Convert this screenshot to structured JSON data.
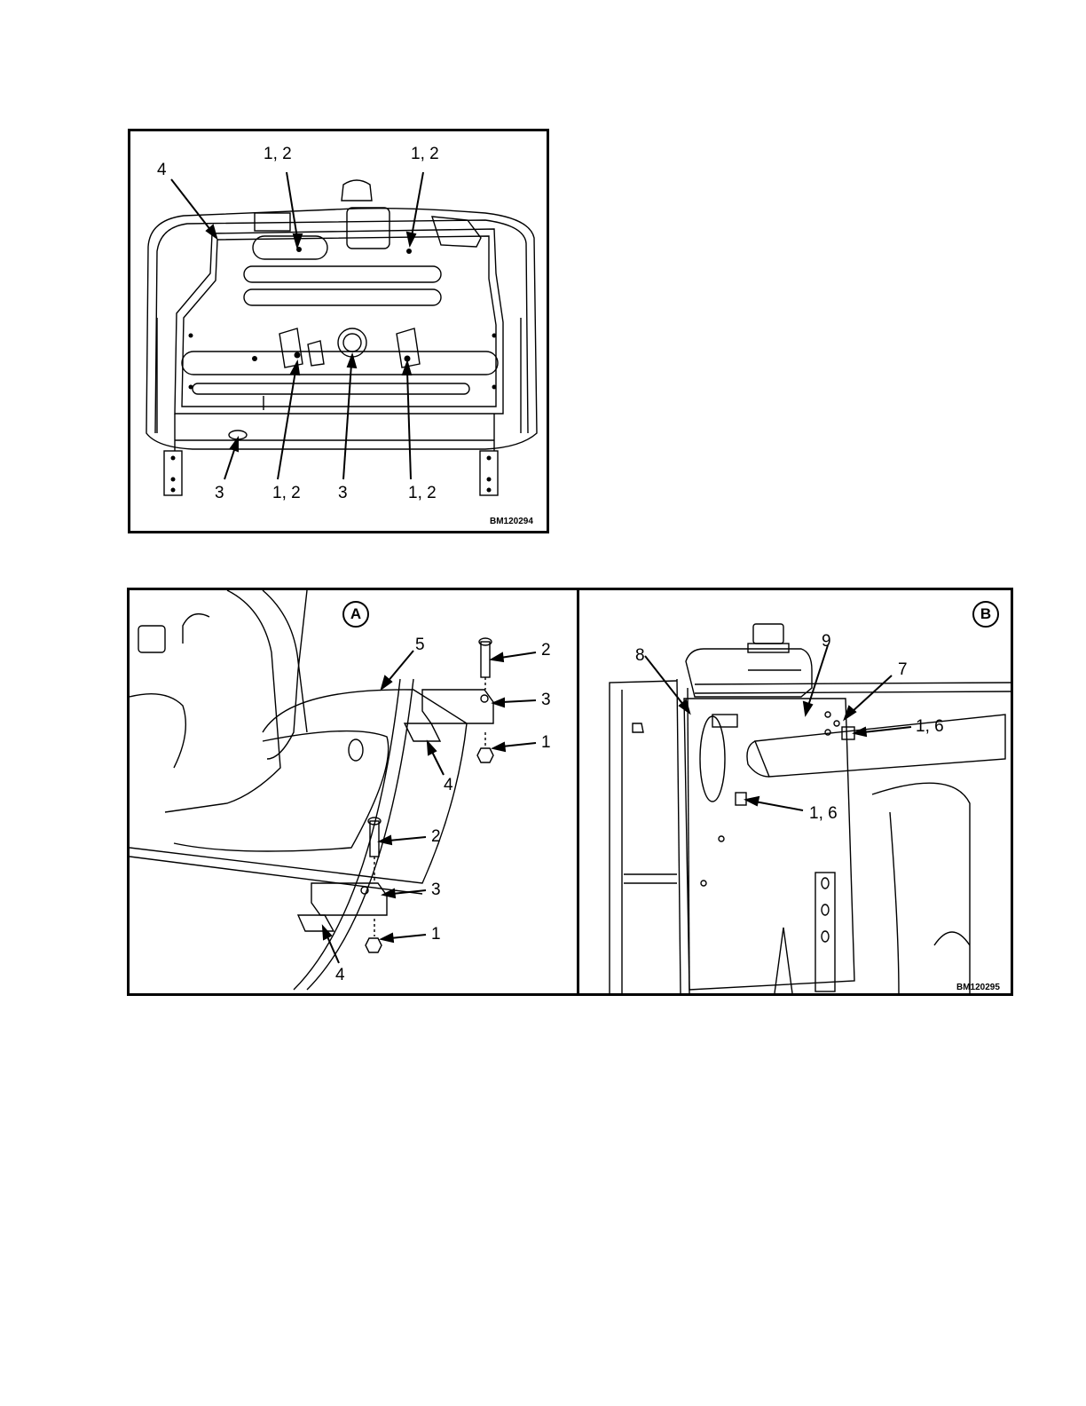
{
  "figure1": {
    "id": "BM120294",
    "callouts": {
      "top_left_12": "1, 2",
      "top_right_12": "1, 2",
      "top_4": "4",
      "bottom_3a": "3",
      "bottom_12a": "1, 2",
      "bottom_3b": "3",
      "bottom_12b": "1, 2"
    }
  },
  "figure2": {
    "id": "BM120295",
    "panel_a": {
      "letter": "A",
      "callouts": {
        "c5": "5",
        "c2_top": "2",
        "c3_top": "3",
        "c1_top": "1",
        "c4_top": "4",
        "c2_bot": "2",
        "c3_bot": "3",
        "c1_bot": "1",
        "c4_bot": "4"
      }
    },
    "panel_b": {
      "letter": "B",
      "callouts": {
        "c8": "8",
        "c9": "9",
        "c7": "7",
        "c16_top": "1, 6",
        "c16_bot": "1, 6"
      }
    }
  }
}
